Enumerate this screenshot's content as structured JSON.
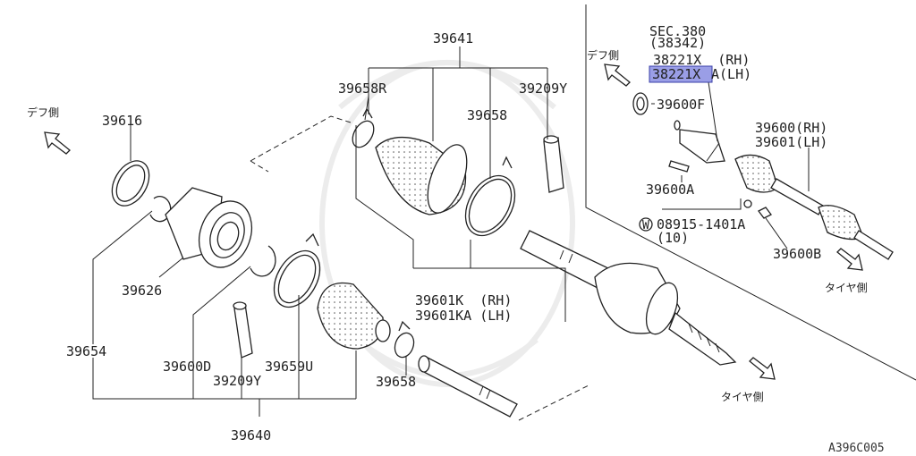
{
  "colors": {
    "highlight": "#9a9ee6",
    "highlight_border": "#3a3fa8",
    "line": "#222222"
  },
  "labels": {
    "p39641": "39641",
    "p39658R": "39658R",
    "p39209Y_top": "39209Y",
    "p39658_top": "39658",
    "p39616": "39616",
    "p39626": "39626",
    "p39654": "39654",
    "p39600D": "39600D",
    "p39209Y_bot": "39209Y",
    "p39659U": "39659U",
    "p39658_bot": "39658",
    "p39640": "39640",
    "p39601K": "39601K  (RH)",
    "p39601KA": "39601KA (LH)",
    "sec380": "SEC.380",
    "p38342": "(38342)",
    "p38221X": "38221X  (RH)",
    "p38221XA_hl": "38221X",
    "p38221XA_suffix": "A(LH)",
    "p39600F": "39600F",
    "p39600RH": "39600(RH)",
    "p39601LH": "39601(LH)",
    "p39600A": "39600A",
    "p08915": "08915-1401A",
    "p08915_qty": "(10)",
    "circle_w": "W",
    "p39600B": "39600B"
  },
  "directions": {
    "diff_side_left": "デフ側",
    "diff_side_right": "デフ側",
    "tire_side_right": "タイヤ側",
    "tire_side_bottom": "タイヤ側"
  },
  "diagram_ref": "A396C005"
}
